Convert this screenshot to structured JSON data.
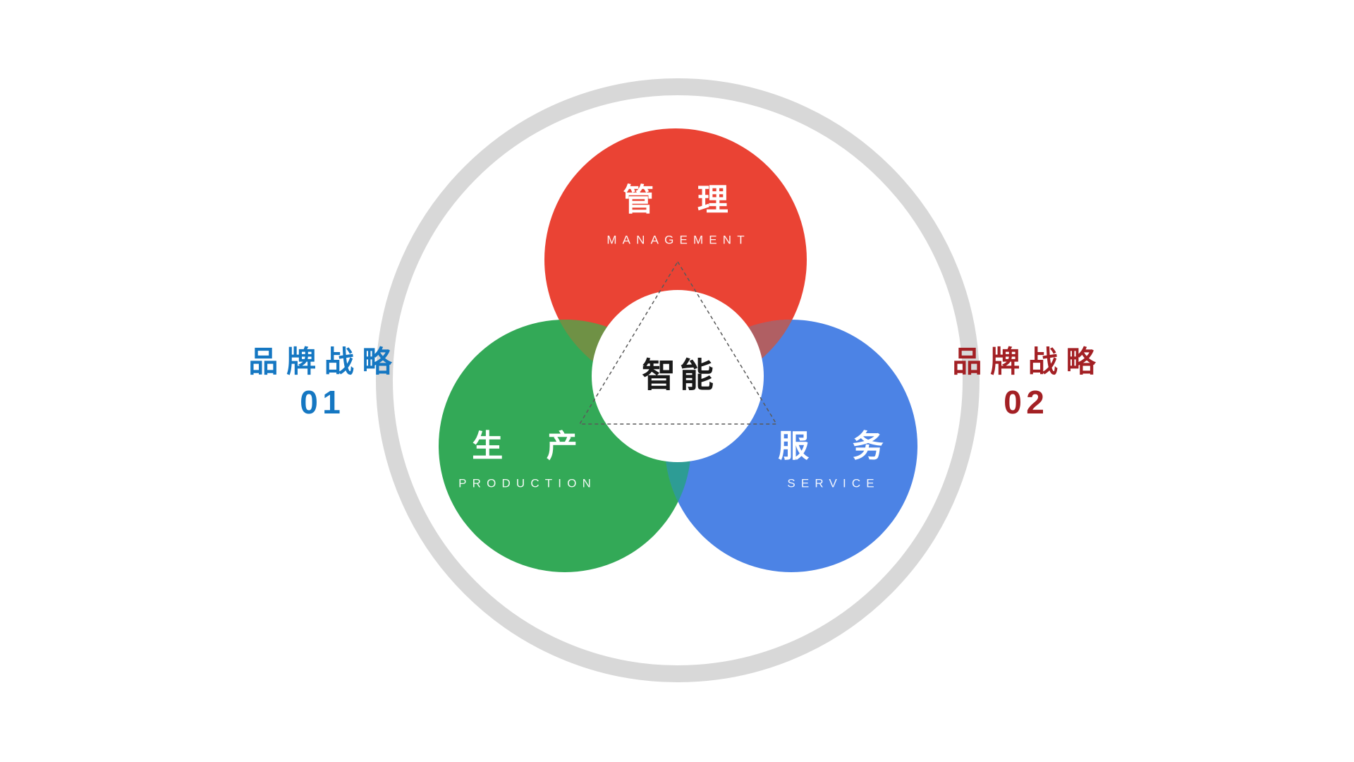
{
  "diagram": {
    "center_label": "智能",
    "circles": [
      {
        "id": "management",
        "zh": "管理",
        "en": "MANAGEMENT",
        "color": "#ea4334"
      },
      {
        "id": "production",
        "zh": "生产",
        "en": "PRODUCTION",
        "color": "#33a957"
      },
      {
        "id": "service",
        "zh": "服务",
        "en": "SERVICE",
        "color": "#4c83e5"
      }
    ],
    "left_callout": {
      "text": "品牌战略",
      "number": "01",
      "color": "#1577c2"
    },
    "right_callout": {
      "text": "品牌战略",
      "number": "02",
      "color": "#a32024"
    },
    "colors": {
      "ring": "#d8d8d8",
      "overlap_management_production": "#6f9145",
      "overlap_management_service": "#b05f63",
      "overlap_production_service": "#2d9c95",
      "center_fill": "#ffffff",
      "triangle_stroke": "#5a5a5a"
    }
  }
}
